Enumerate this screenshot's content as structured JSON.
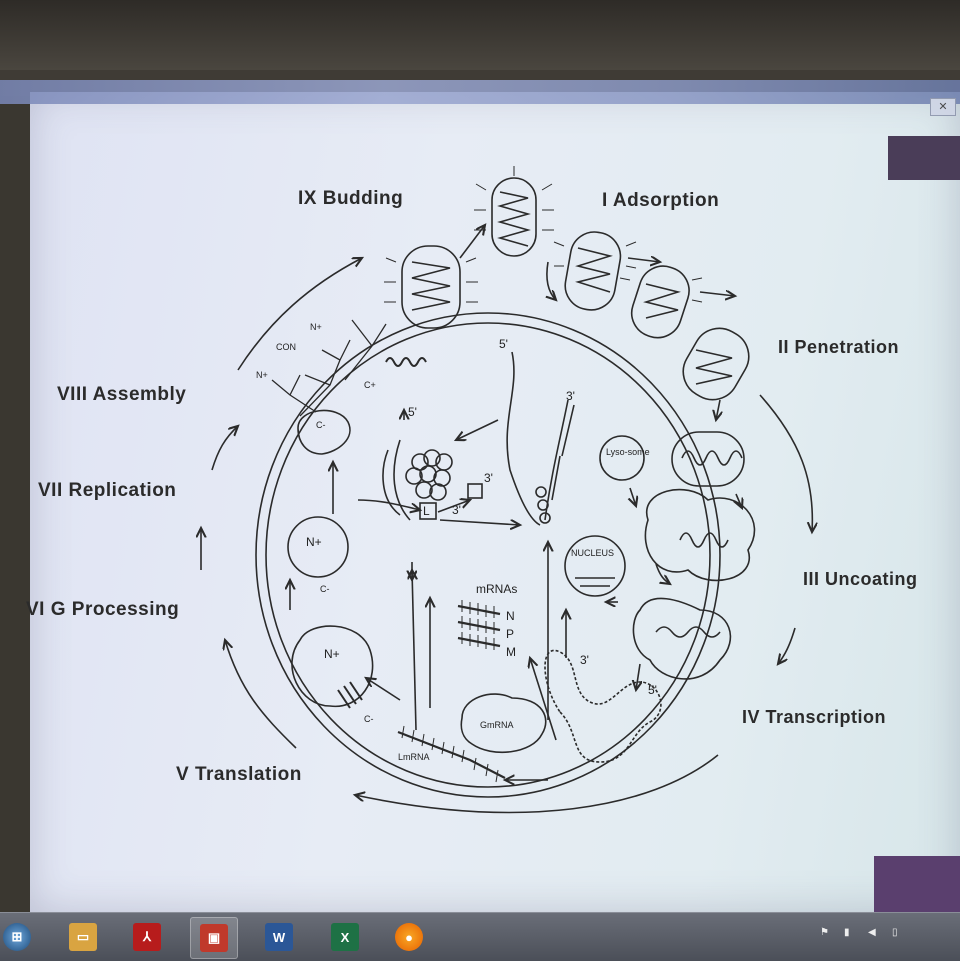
{
  "stages": {
    "adsorption": "I Adsorption",
    "penetration": "II Penetration",
    "uncoating": "III Uncoating",
    "transcription": "IV Transcription",
    "translation": "V Translation",
    "g_processing": "VI G Processing",
    "replication": "VII Replication",
    "assembly": "VIII Assembly",
    "budding": "IX Budding"
  },
  "cell_labels": {
    "lysosome": "Lyso-some",
    "nucleus": "NUCLEUS",
    "mrnas": "mRNAs",
    "n": "N",
    "p": "P",
    "m": "M",
    "gmrna": "GmRNA",
    "lmrna": "LmRNA",
    "five_prime_top": "5'",
    "five_prime_rep": "5'",
    "three_prime_rep": "3'",
    "three_prime_mid": "3'",
    "three_prime_top": "3'",
    "three_prime_nuc": "3'",
    "five_prime_nuc": "5'",
    "l_box": "L",
    "n_plus_1": "N+",
    "c_minus_1": "C-",
    "n_plus_2": "N+",
    "c_minus_2": "C-",
    "n_plus_3": "N+",
    "c_plus": "C+",
    "con": "CON",
    "n_plus_4": "N+",
    "c_minus_4": "C-"
  },
  "taskbar": {
    "items": [
      "start",
      "explorer",
      "acrobat",
      "lecture",
      "word",
      "excel",
      "firefox"
    ],
    "colors": {
      "acrobat": "#b71c1c",
      "lecture": "#c0392b",
      "word": "#2b5797",
      "excel": "#1e7145",
      "firefox": "#e66000"
    }
  },
  "colors": {
    "screen": "#e3e8f3",
    "ink": "#2b2b2b"
  }
}
